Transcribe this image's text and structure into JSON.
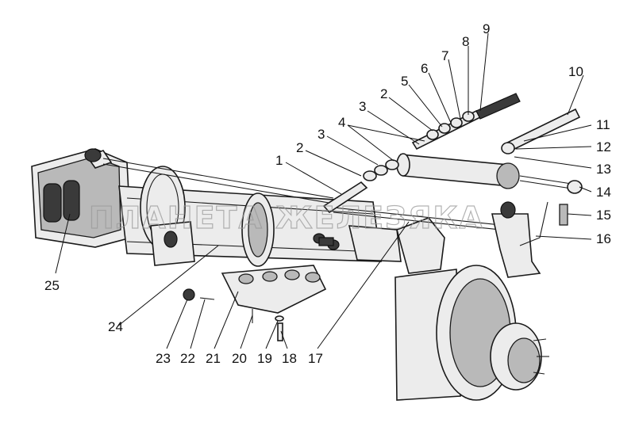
{
  "watermark": "ПЛАНЕТА ЖЕЛЕЗЯКА",
  "callouts": [
    "1",
    "2",
    "3",
    "4",
    "5",
    "6",
    "7",
    "8",
    "9",
    "10",
    "11",
    "12",
    "13",
    "14",
    "15",
    "16",
    "17",
    "18",
    "19",
    "20",
    "21",
    "22",
    "23",
    "24",
    "25"
  ],
  "colors": {
    "line": "#1a1a1a",
    "fill": "#ececec",
    "shade": "#b9b9b9",
    "watermark": "#9a9a9a"
  }
}
